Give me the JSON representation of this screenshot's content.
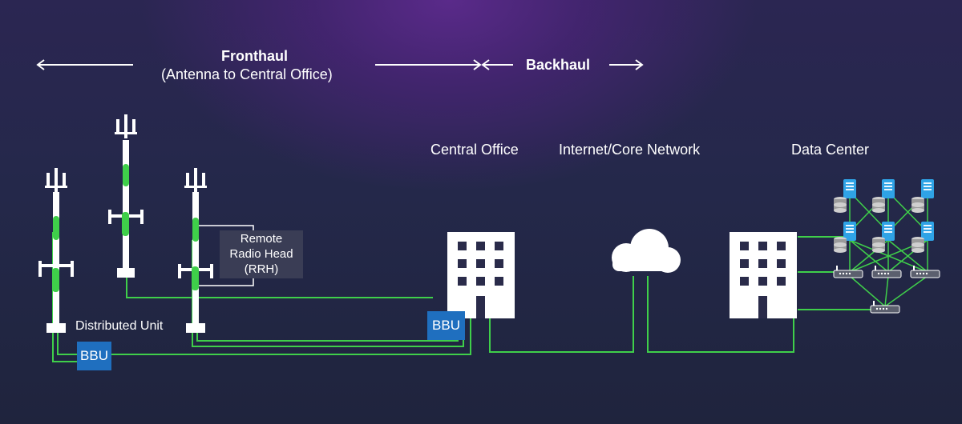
{
  "header": {
    "fronthaul_title": "Fronthaul",
    "fronthaul_sub": "(Antenna to Central Office)",
    "backhaul_title": "Backhaul"
  },
  "sections": {
    "central_office": "Central Office",
    "internet": "Internet/Core Network",
    "data_center": "Data Center"
  },
  "labels": {
    "distributed_unit": "Distributed Unit",
    "bbu_left": "BBU",
    "bbu_co": "BBU",
    "rrh_line1": "Remote",
    "rrh_line2": "Radio Head",
    "rrh_line3": "(RRH)"
  },
  "colors": {
    "line": "#3fcf4a",
    "bbu": "#1f6fbf",
    "server": "#2fa3e6"
  }
}
